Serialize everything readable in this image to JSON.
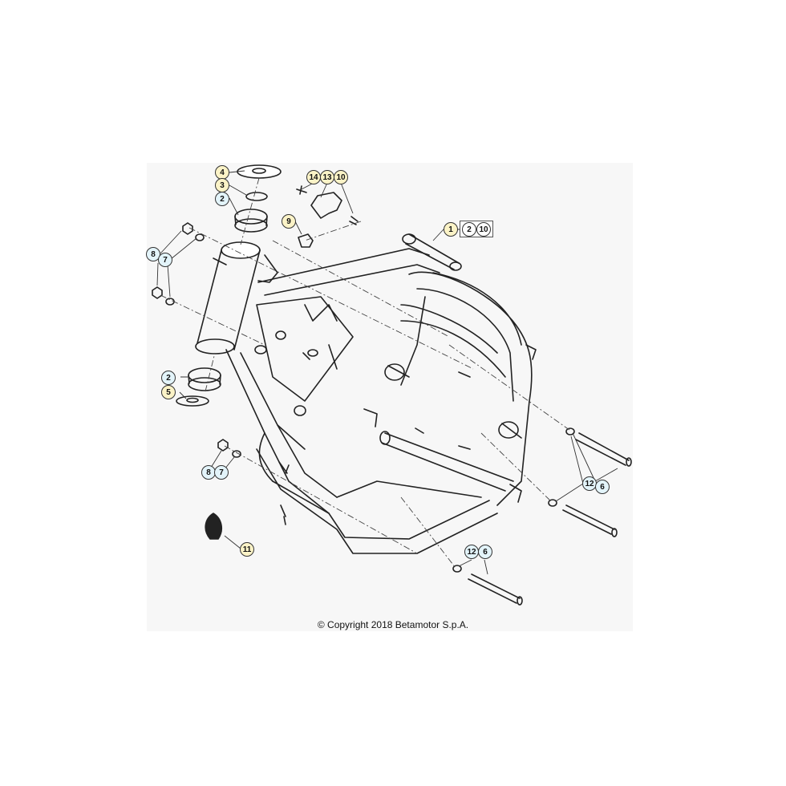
{
  "callouts": {
    "c4": "4",
    "c3": "3",
    "c2_top": "2",
    "c2_bottom": "2",
    "c5": "5",
    "c8_top": "8",
    "c7_top": "7",
    "c9": "9",
    "c14": "14",
    "c13": "13",
    "c10": "10",
    "c1": "1",
    "c1_ref2": "2",
    "c1_ref10": "10",
    "c8_mid": "8",
    "c7_mid": "7",
    "c11": "11",
    "c12_upper": "12",
    "c6_upper": "6",
    "c12_lower": "12",
    "c6_lower": "6"
  },
  "colors": {
    "yellow_callout": "#fbf3c7",
    "blue_callout": "#e3f4fa",
    "line": "#222222"
  },
  "footer": {
    "copyright": "© Copyright 2018 Betamotor S.p.A."
  }
}
